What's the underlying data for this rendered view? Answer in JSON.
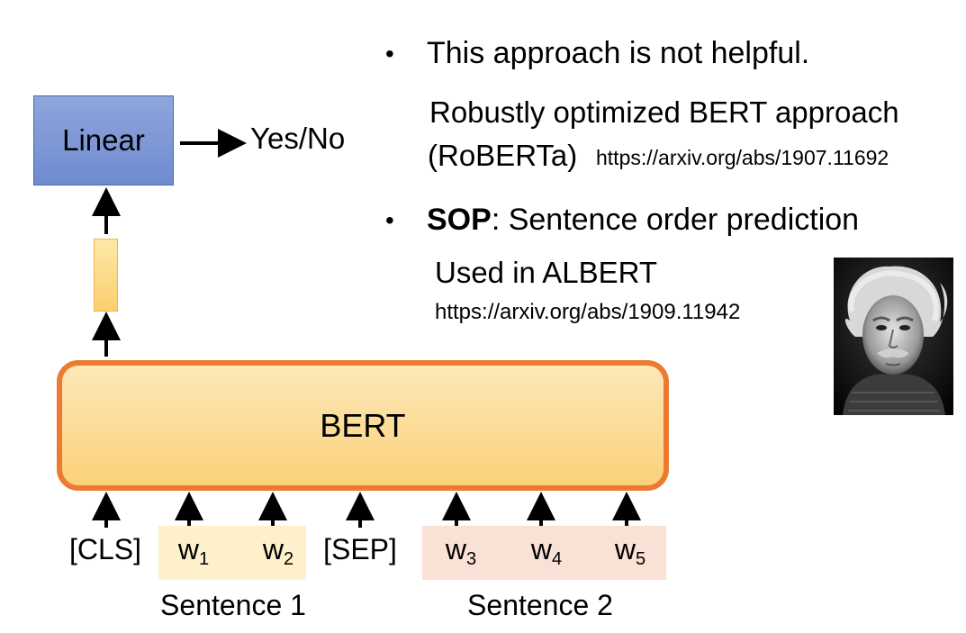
{
  "diagram": {
    "linear_label": "Linear",
    "output_label": "Yes/No",
    "bert_label": "BERT",
    "tokens": {
      "cls": "[CLS]",
      "w1": {
        "base": "w",
        "sub": "1"
      },
      "w2": {
        "base": "w",
        "sub": "2"
      },
      "sep": "[SEP]",
      "w3": {
        "base": "w",
        "sub": "3"
      },
      "w4": {
        "base": "w",
        "sub": "4"
      },
      "w5": {
        "base": "w",
        "sub": "5"
      }
    },
    "sentence1_label": "Sentence 1",
    "sentence2_label": "Sentence 2",
    "colors": {
      "linear_fill": "#7f98d6",
      "bert_fill": "#fcdd98",
      "bert_border": "#ec7a33",
      "sentence1_bg": "#fdf0cb",
      "sentence2_bg": "#f9e1d6"
    }
  },
  "notes": {
    "bullet1": "This approach is not helpful.",
    "roberta_line1": "Robustly optimized BERT approach",
    "roberta_line2": "(RoBERTa)",
    "roberta_url": "https://arxiv.org/abs/1907.11692",
    "bullet2_bold": "SOP",
    "bullet2_rest": ": Sentence order prediction",
    "albert_line": "Used in ALBERT",
    "albert_url": "https://arxiv.org/abs/1909.11942"
  },
  "image": {
    "icon": "portrait-photo"
  }
}
